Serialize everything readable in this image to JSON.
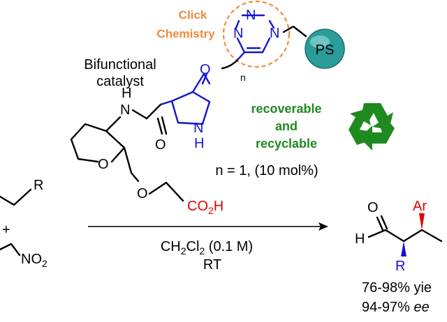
{
  "colors": {
    "click_orange": "#f08a3c",
    "green": "#1f8a1f",
    "blue": "#1414d2",
    "red": "#e00000",
    "ps_teal": "#2a9d9a"
  },
  "click": {
    "line1": "Click",
    "line2": "Chemistry"
  },
  "catalyst_label": {
    "line1": "Bifunctional",
    "line2": "catalyst"
  },
  "support": {
    "ps": "PS"
  },
  "recycle": {
    "line1": "recoverable",
    "line2": "and",
    "line3": "recyclable",
    "icon": "recycle-icon"
  },
  "loading": "n = 1, (10 mol%)",
  "conditions": {
    "solvent": "CH",
    "solvent_sub": "2",
    "solvent_cl": "Cl",
    "solvent_sub2": "2",
    "solvent_conc": " (0.1 M)",
    "temp": "RT"
  },
  "atoms": {
    "O_ring": "O",
    "N_amide": "N",
    "H_amide": "H",
    "O_carbonyl": "O",
    "N_pyr": "N",
    "H_pyr": "H",
    "O_ether": "O",
    "O_ether2": "O",
    "n_sub": "n",
    "N1": "N",
    "N2": "N",
    "N3": "N",
    "acid": "CO",
    "acid_sub": "2",
    "acid_h": "H",
    "R_sm": "R",
    "plus": "+",
    "NO": "NO",
    "NO_sub": "2",
    "P_O": "O",
    "P_H": "H",
    "P_Ar": "Ar",
    "P_R": "R"
  },
  "results": {
    "yield": "76-98% yie",
    "ee_prefix": "94-97% ",
    "ee": "ee"
  }
}
